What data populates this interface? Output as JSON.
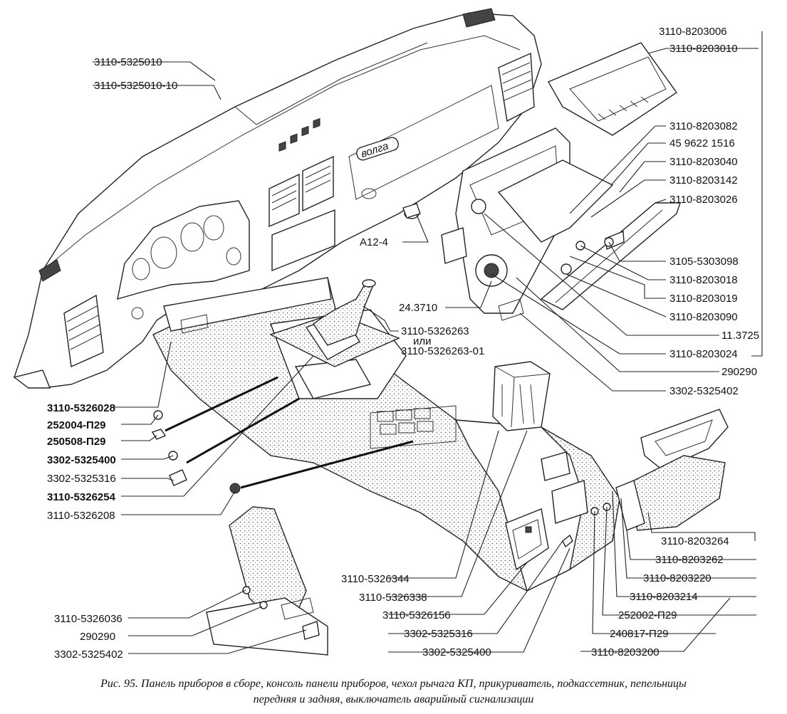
{
  "labels": {
    "l_5325010": "3110-5325010",
    "l_5325010_10": "3110-5325010-10",
    "l_a12": "А12-4",
    "l_5326028": "3110-5326028",
    "l_252004": "252004-П29",
    "l_250508": "250508-П29",
    "l_5325400_a": "3302-5325400",
    "l_5325316_a": "3302-5325316",
    "l_5326254": "3110-5326254",
    "l_5326208": "3110-5326208",
    "l_5326036": "3110-5326036",
    "l_290290_a": "290290",
    "l_5325402_a": "3302-5325402",
    "l_8203006": "3110-8203006",
    "l_8203010": "3110-8203010",
    "l_8203082": "3110-8203082",
    "l_4596": "45 9622 1516",
    "l_8203040": "3110-8203040",
    "l_8203142": "3110-8203142",
    "l_8203026": "3110-8203026",
    "l_5303098": "3105-5303098",
    "l_8203018": "3110-8203018",
    "l_8203019": "3110-8203019",
    "l_8203090": "3110-8203090",
    "l_11_3725": "11.3725",
    "l_8203024": "3110-8203024",
    "l_290290_b": "290290",
    "l_5325402_b": "3302-5325402",
    "l_24_3710": "24.3710",
    "l_5326263": "3110-5326263",
    "l_ili": "или",
    "l_5326263_01": "3110-5326263-01",
    "l_5326344": "3110-5326344",
    "l_5326338": "3110-5326338",
    "l_5326156": "3110-5326156",
    "l_5325316_b": "3302-5325316",
    "l_5325400_b": "3302-5325400",
    "l_8203264": "3110-8203264",
    "l_8203262": "3110-8203262",
    "l_8203220": "3110-8203220",
    "l_8203214": "3110-8203214",
    "l_252002": "252002-П29",
    "l_240817": "240817-П29",
    "l_8203200": "3110-8203200"
  },
  "panel_badge": "волга",
  "caption": {
    "line1": "Рис. 95. Панель приборов в сборе, консоль панели приборов, чехол рычага КП, прикуриватель, подкассетник, пепельницы",
    "line2": "передняя и задняя, выключатель аварийный сигнализации"
  }
}
